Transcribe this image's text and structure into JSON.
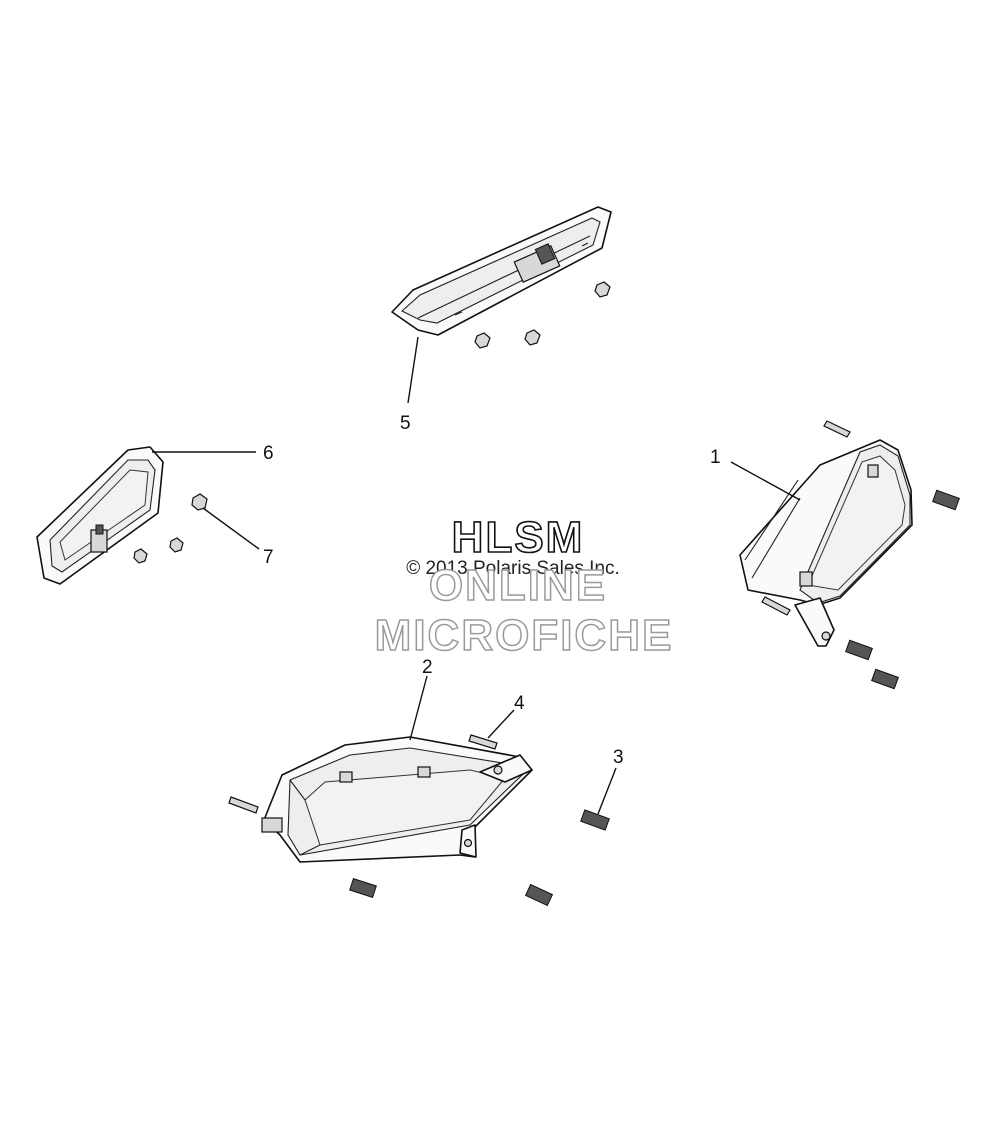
{
  "diagram": {
    "callouts": [
      {
        "id": "1",
        "label": "1"
      },
      {
        "id": "2",
        "label": "2"
      },
      {
        "id": "3",
        "label": "3"
      },
      {
        "id": "4",
        "label": "4"
      },
      {
        "id": "5",
        "label": "5"
      },
      {
        "id": "6",
        "label": "6"
      },
      {
        "id": "7",
        "label": "7"
      }
    ]
  },
  "watermark": {
    "title": "HLSM",
    "copyright": "© 2013 Polaris Sales Inc.",
    "line1": "ONLINE",
    "line2": "MICROFICHE"
  }
}
